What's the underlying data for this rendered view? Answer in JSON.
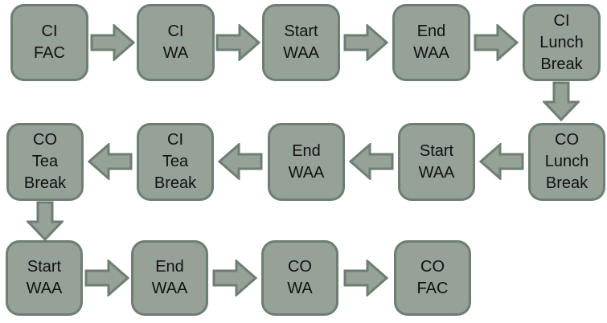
{
  "diagram": {
    "type": "flowchart",
    "colors": {
      "background": "#ffffff",
      "node_fill": "#96a197",
      "node_border": "#6e7e72",
      "text": "#111111"
    },
    "rows": [
      {
        "flow": "left-to-right",
        "nodes": [
          {
            "label": "CI\nFAC"
          },
          {
            "label": "CI\nWA"
          },
          {
            "label": "Start\nWAA"
          },
          {
            "label": "End\nWAA"
          },
          {
            "label": "CI\nLunch\nBreak"
          }
        ]
      },
      {
        "flow": "right-to-left",
        "nodes": [
          {
            "label": "CO\nTea\nBreak"
          },
          {
            "label": "CI\nTea\nBreak"
          },
          {
            "label": "End\nWAA"
          },
          {
            "label": "Start\nWAA"
          },
          {
            "label": "CO\nLunch\nBreak"
          }
        ]
      },
      {
        "flow": "left-to-right",
        "nodes": [
          {
            "label": "Start\nWAA"
          },
          {
            "label": "End\nWAA"
          },
          {
            "label": "CO\nWA"
          },
          {
            "label": "CO\nFAC"
          }
        ]
      }
    ],
    "flow_sequence": [
      "CI FAC",
      "CI WA",
      "Start WAA",
      "End WAA",
      "CI Lunch Break",
      "CO Lunch Break",
      "Start WAA",
      "End WAA",
      "CI Tea Break",
      "CO Tea Break",
      "Start WAA",
      "End WAA",
      "CO WA",
      "CO FAC"
    ]
  }
}
